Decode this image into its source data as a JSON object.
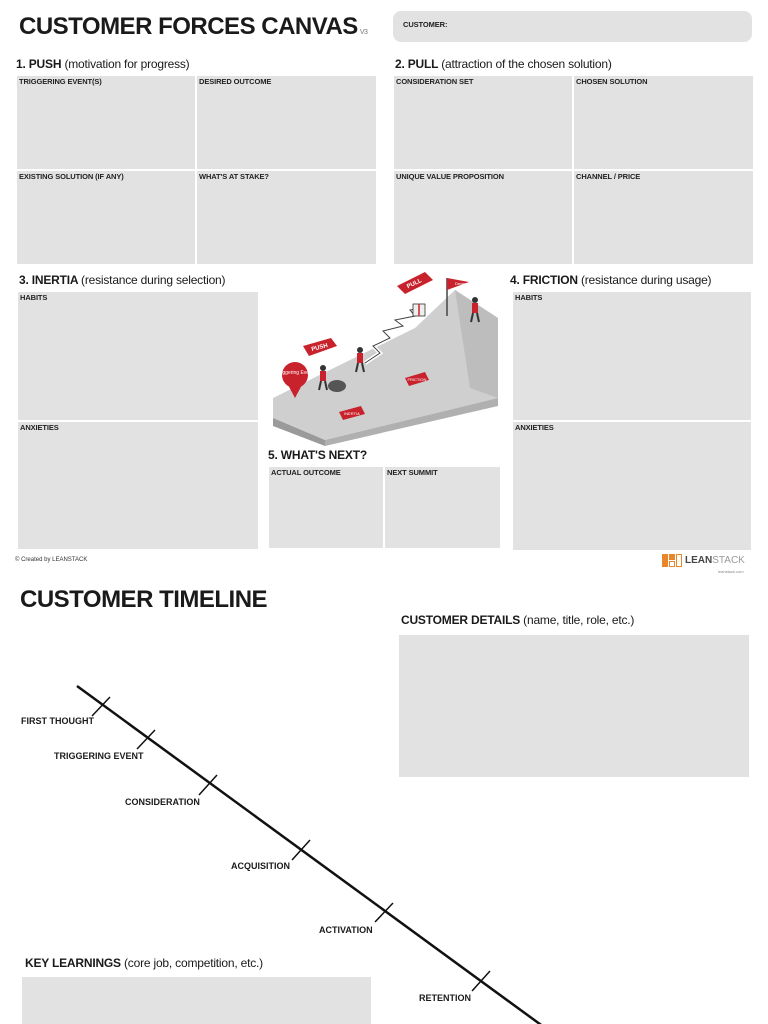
{
  "canvas": {
    "title": "CUSTOMER FORCES CANVAS",
    "version": "V3",
    "customer_label": "CUSTOMER:",
    "push": {
      "heading": "1. PUSH",
      "sub": "(motivation for progress)",
      "cells": [
        "TRIGGERING EVENT(S)",
        "DESIRED OUTCOME",
        "EXISTING SOLUTION (IF ANY)",
        "WHAT'S AT STAKE?"
      ]
    },
    "pull": {
      "heading": "2. PULL",
      "sub": "(attraction of the chosen solution)",
      "cells": [
        "CONSIDERATION SET",
        "CHOSEN SOLUTION",
        "UNIQUE VALUE PROPOSITION",
        "CHANNEL / PRICE"
      ]
    },
    "inertia": {
      "heading": "3. INERTIA",
      "sub": "(resistance during selection)",
      "cells": [
        "HABITS",
        "ANXIETIES"
      ]
    },
    "friction": {
      "heading": "4. FRICTION",
      "sub": "(resistance during usage)",
      "cells": [
        "HABITS",
        "ANXIETIES"
      ]
    },
    "next": {
      "heading": "5. WHAT'S NEXT?",
      "cells": [
        "ACTUAL OUTCOME",
        "NEXT SUMMIT"
      ]
    },
    "illustration": {
      "push_flag": "PUSH",
      "pull_flag": "PULL",
      "trigger_pin": "Triggering Event",
      "desired_flag": "Desired Outcome",
      "inertia_flag": "INERTIA",
      "friction_flag": "FRICTION"
    },
    "credit": "© Created by LEANSTACK",
    "logo_lean": "LEAN",
    "logo_stack": "STACK",
    "logo_url": "leanstack.com"
  },
  "timeline": {
    "title": "CUSTOMER TIMELINE",
    "details_heading": "CUSTOMER DETAILS",
    "details_sub": "(name, title, role, etc.)",
    "learnings_heading": "KEY LEARNINGS",
    "learnings_sub": "(core job, competition, etc.)",
    "stages": [
      "FIRST THOUGHT",
      "TRIGGERING EVENT",
      "CONSIDERATION",
      "ACQUISITION",
      "ACTIVATION",
      "RETENTION"
    ]
  },
  "colors": {
    "box": "#e2e2e2",
    "accent_red": "#c8232c",
    "logo_orange": "#e8862a"
  }
}
